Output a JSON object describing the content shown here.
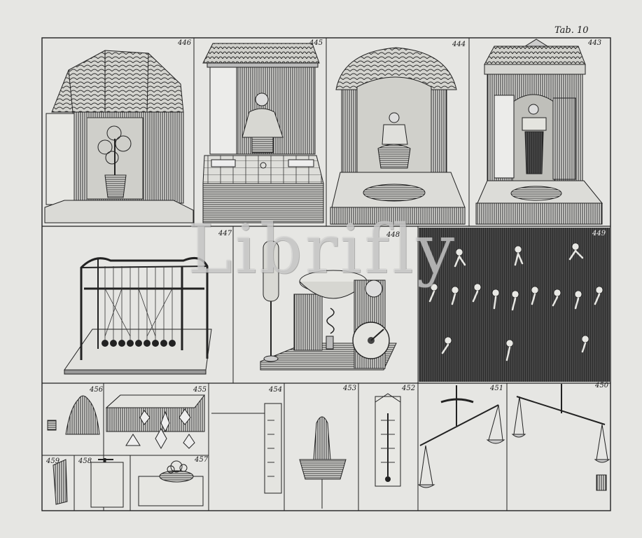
{
  "plate": {
    "title": "Tab. 10",
    "watermark": "Librifly",
    "figures": {
      "f443": "443",
      "f444": "444",
      "f445": "445",
      "f446": "446",
      "f447": "447",
      "f448": "448",
      "f449": "449",
      "f450": "450",
      "f451": "451",
      "f452": "452",
      "f453": "453",
      "f454": "454",
      "f455": "455",
      "f456": "456",
      "f457": "457",
      "f458": "458",
      "f459": "459"
    }
  },
  "colors": {
    "paper": "#e6e6e3",
    "ink": "#1c1c1c",
    "hatch": "#3a3a3a"
  }
}
